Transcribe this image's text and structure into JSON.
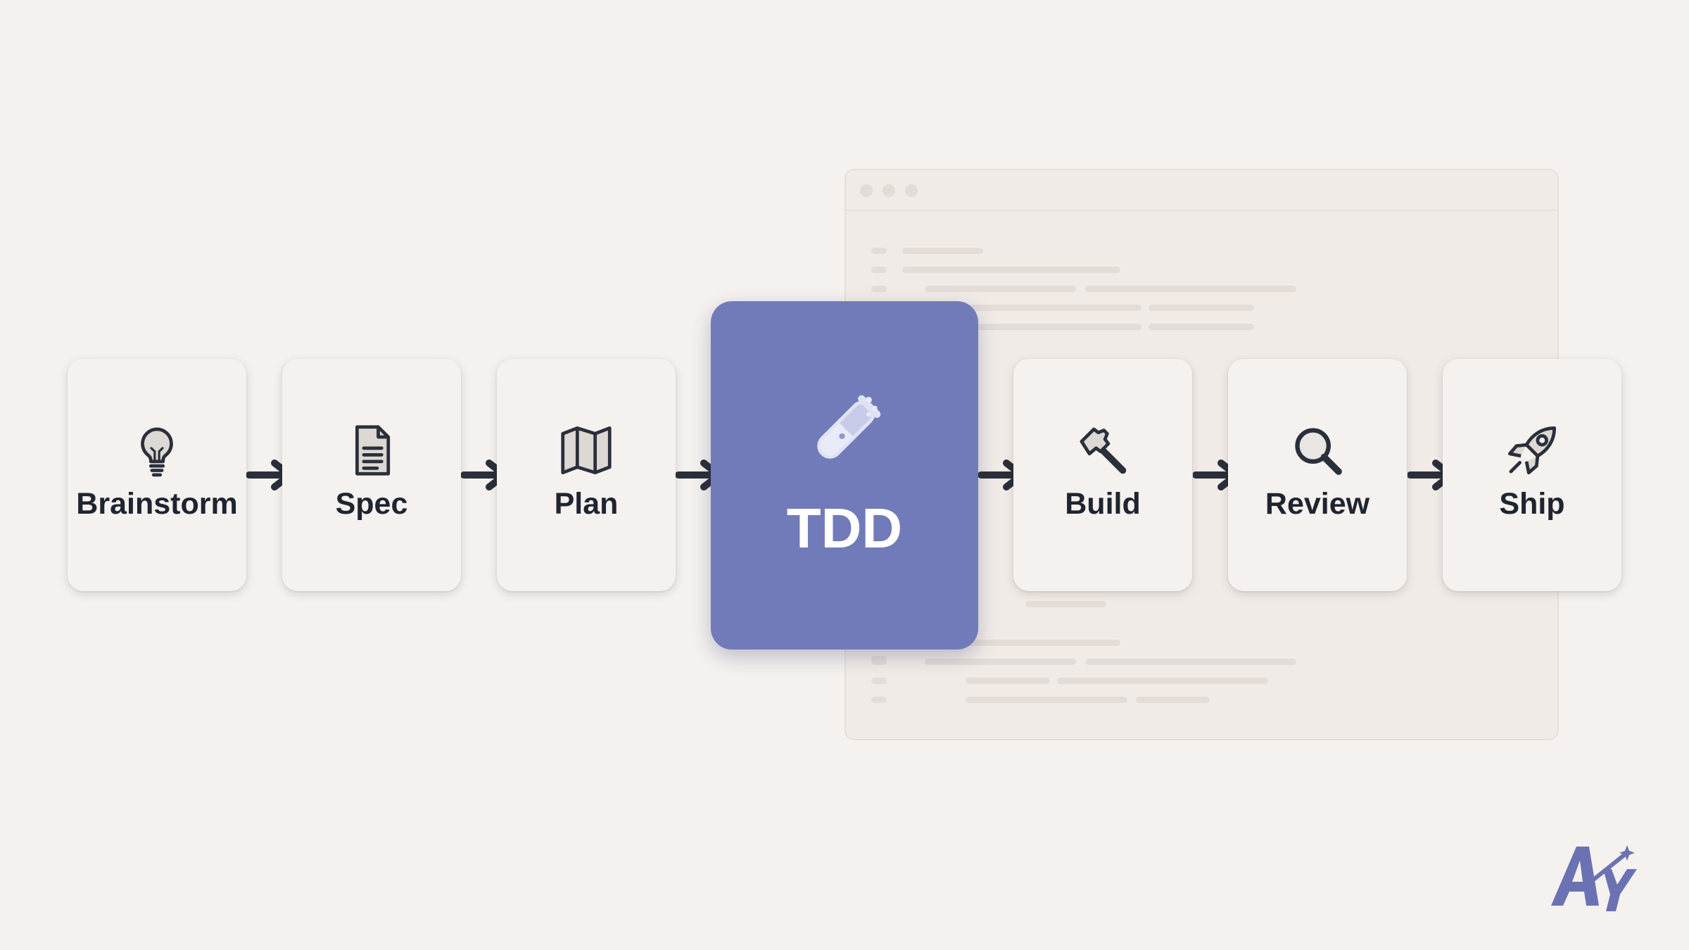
{
  "steps": [
    {
      "label": "Brainstorm",
      "icon": "lightbulb-icon",
      "active": false
    },
    {
      "label": "Spec",
      "icon": "document-icon",
      "active": false
    },
    {
      "label": "Plan",
      "icon": "map-icon",
      "active": false
    },
    {
      "label": "TDD",
      "icon": "test-tube-icon",
      "active": true
    },
    {
      "label": "Build",
      "icon": "hammer-icon",
      "active": false
    },
    {
      "label": "Review",
      "icon": "magnifier-icon",
      "active": false
    },
    {
      "label": "Ship",
      "icon": "rocket-icon",
      "active": false
    }
  ],
  "colors": {
    "background": "#f4f1ee",
    "active_card": "#727bb9",
    "text": "#1e2430",
    "arrow": "#2a2f3a",
    "logo": "#6b72b3"
  },
  "logo": {
    "text": "AY"
  }
}
